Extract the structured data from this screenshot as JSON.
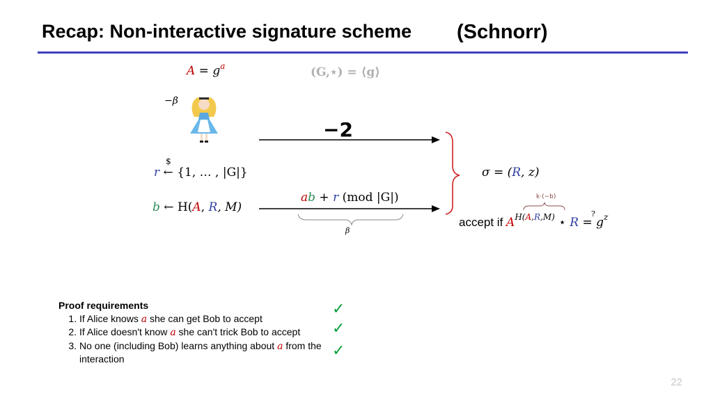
{
  "slide": {
    "title": "Recap: Non-interactive signature scheme",
    "title_suffix": "(Schnorr)",
    "page_number": "22"
  },
  "math": {
    "public_key_lhs": "A",
    "public_key_eq": " = g",
    "public_key_exp": "a",
    "group_def": "(G,⋆) = ⟨g⟩",
    "neg_beta": "−β",
    "dollar": "$",
    "r_var": "r",
    "r_rest": " ← {1, … , |G|}",
    "b_var": "b",
    "b_mid": " ← H(",
    "b_A": "A",
    "b_comma1": ", ",
    "b_R": "R",
    "b_tail": ", M)",
    "arrow1_label": "−2",
    "arrow2_a": "a",
    "arrow2_b": "b",
    "arrow2_plus": " + ",
    "arrow2_r": "r",
    "arrow2_mod": " (mod |G|)",
    "brace_label": "β",
    "sigma_lhs": "σ = (",
    "sigma_R": "R",
    "sigma_tail": ", z)",
    "accept_text": "accept if ",
    "accept_A": "A",
    "accept_exp_H": "H(",
    "accept_exp_A": "A",
    "accept_exp_comma": ",",
    "accept_exp_R": "R",
    "accept_exp_tail": ",M)",
    "accept_star": " ⋆ ",
    "accept_R": "R",
    "accept_eq": " = g",
    "accept_exp_z": "z",
    "accept_q": "?",
    "small_annotation": "k·(−b)"
  },
  "proof": {
    "title": "Proof requirements",
    "items": [
      {
        "pre": "If Alice knows ",
        "var": "a",
        "post": " she can get Bob to accept"
      },
      {
        "pre": "If Alice doesn't know ",
        "var": "a",
        "post": " she can't trick Bob to accept"
      },
      {
        "pre": "No one (including Bob) learns anything about ",
        "var": "a",
        "post": " from the interaction"
      }
    ],
    "check_glyph": "✓"
  },
  "colors": {
    "title_rule": "#3f3fbf",
    "red": "#c00000",
    "blue": "#2f3f9e",
    "green": "#2e8b57",
    "check": "#0a9e3a",
    "brace": "#d02020"
  }
}
